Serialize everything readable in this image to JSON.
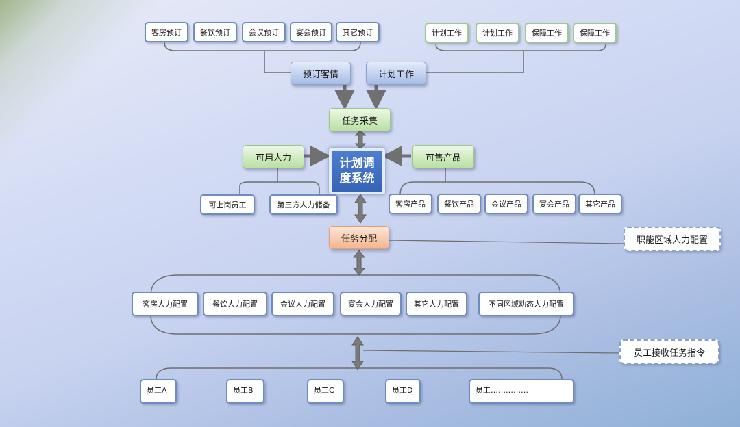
{
  "booking_items": [
    "客房预订",
    "餐饮预订",
    "会议预订",
    "宴会预订",
    "其它预订"
  ],
  "plan_items": [
    "计划工作",
    "计划工作",
    "保障工作",
    "保障工作"
  ],
  "booking_hub": "预订客情",
  "plan_hub": "计划工作",
  "task_collect": "任务采集",
  "core_system": "计划调\n度系统",
  "available_staff": "可用人力",
  "available_items": [
    "可上岗员工",
    "第三方人力储备"
  ],
  "sale_products": "可售产品",
  "product_items": [
    "客房产品",
    "餐饮产品",
    "会议产品",
    "宴会产品",
    "其它产品"
  ],
  "task_assign": "任务分配",
  "area_config_note": "职能区域人力配置",
  "staff_configs": [
    "客房人力配置",
    "餐饮人力配置",
    "会议人力配置",
    "宴会人力配置",
    "其它人力配置",
    "不同区域动态人力配置"
  ],
  "employee_note": "员工接收任务指令",
  "employees": [
    "员工A",
    "员工B",
    "员工C",
    "员工D",
    "员工……………"
  ]
}
